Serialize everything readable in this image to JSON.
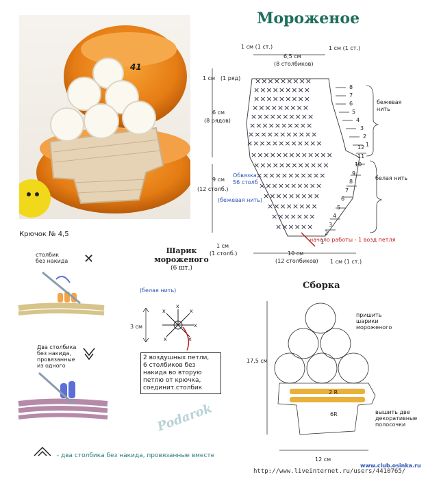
{
  "title": "Мороженое",
  "photo": {
    "number": "41"
  },
  "hook_label": "Крючок № 4,5",
  "legend": {
    "sc_line1": "столбик",
    "sc_line2": "без накида",
    "dec_line1": "Два столбика",
    "dec_line2": "без накида,",
    "dec_line3": "провязанные",
    "dec_line4": "из одного",
    "bottom_note": "- два столбика без накида, провязанные вместе"
  },
  "ball": {
    "title_line1": "Шарик",
    "title_line2": "мороженого",
    "count": "(6 шт.)",
    "yarn": "(белая нить)",
    "height": "3 см",
    "note_line1": "2 воздушных петли,",
    "note_line2": "6 столбиков без",
    "note_line3": "накида во вторую",
    "note_line4": "петлю от крючка,",
    "note_line5": "соединит.столбик"
  },
  "chart": {
    "top_left_gap": "1 см (1 ст.)",
    "top_right_gap": "1 см (1 ст.)",
    "top_width": "6,5 см",
    "top_stitches": "(8 столбиков)",
    "row1_height": "1 см",
    "row1_label": "(1 ряд)",
    "upper_height": "6 см",
    "upper_rows": "(8 рядов)",
    "lower_height": "9 см",
    "lower_rows": "(12 столб.)",
    "edging_line1": "Обвязка",
    "edging_line2": "56 столб",
    "edging_line3": "(бежевая нить)",
    "beige_yarn_line1": "бежевая",
    "beige_yarn_line2": "нить",
    "white_yarn": "белая нить",
    "start_note": "начало работы - 1 возд петля",
    "bottom_left_gap": "1 см",
    "bottom_left_stitch": "(1 столб.)",
    "bottom_width": "10 см",
    "bottom_stitches": "(12 столбиков)",
    "bottom_right_gap": "1 см (1 ст.)",
    "upper_row_numbers": [
      "8",
      "7",
      "6",
      "5",
      "4",
      "3",
      "2",
      "1"
    ],
    "lower_row_numbers": [
      "12",
      "11",
      "10",
      "9",
      "8",
      "7",
      "6",
      "5",
      "4",
      "3",
      "2",
      "1"
    ]
  },
  "assembly": {
    "title": "Сборка",
    "height": "17,5 см",
    "width": "12 см",
    "sew_line1": "пришить",
    "sew_line2": "шарики",
    "sew_line3": "мороженого",
    "stripes_line1": "вышить две",
    "stripes_line2": "декоративные",
    "stripes_line3": "полосочки",
    "label_2r": "2 R",
    "label_6r": "6R"
  },
  "watermark": "Podarok",
  "site": "www.club.osinka.ru",
  "footer_url": "http://www.liveinternet.ru/users/4410765/"
}
